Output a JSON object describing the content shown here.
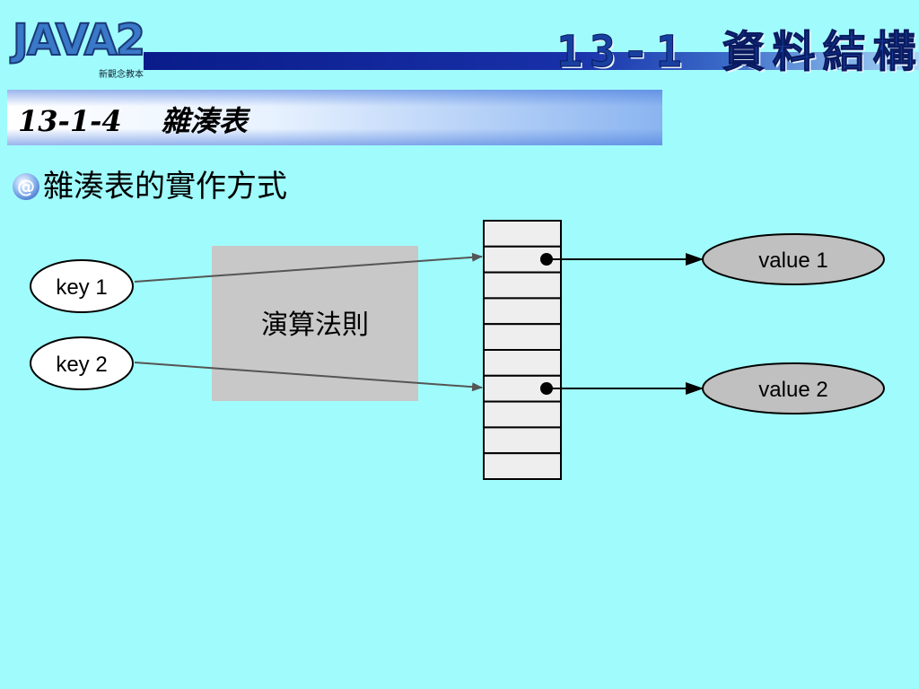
{
  "header": {
    "logo_text": "JAVA2",
    "logo_subtitle": "新觀念教本",
    "chapter_title": "13-1 資料結構"
  },
  "section": {
    "number": "13-1-4",
    "title": "雜湊表"
  },
  "bullet": {
    "text": "雜湊表的實作方式"
  },
  "diagram": {
    "keys": [
      "key 1",
      "key 2"
    ],
    "algorithm_label": "演算法則",
    "values": [
      "value 1",
      "value 2"
    ],
    "table_slot_count": 10,
    "filled_slots": [
      1,
      6
    ],
    "colors": {
      "background": "#a0fcfc",
      "algorithm_box": "#c8c8c8",
      "value_ellipse": "#c0c0c0",
      "table_cell": "#eeeeee"
    }
  }
}
